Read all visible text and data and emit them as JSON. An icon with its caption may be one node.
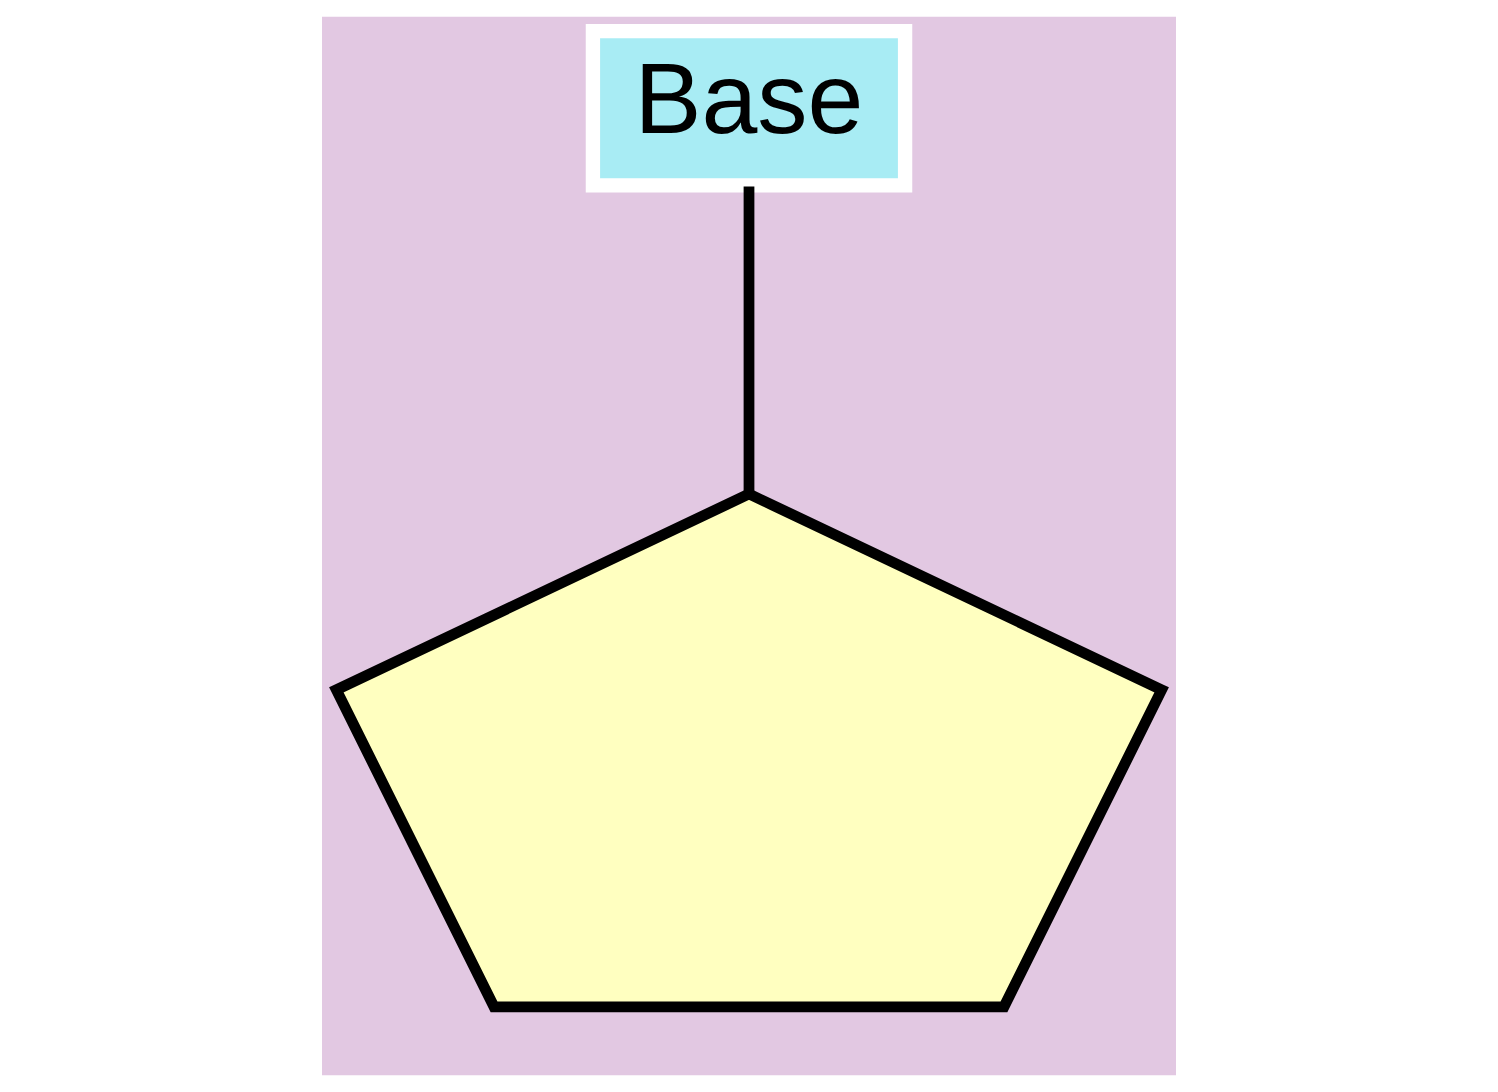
{
  "diagram": {
    "nodes": [
      {
        "text": [
          "Base"
        ]
      },
      {
        "text": [],
        "shape": "pentagon"
      }
    ],
    "edges": [
      {
        "from": 0,
        "to": 1,
        "arrow": "none"
      }
    ]
  }
}
